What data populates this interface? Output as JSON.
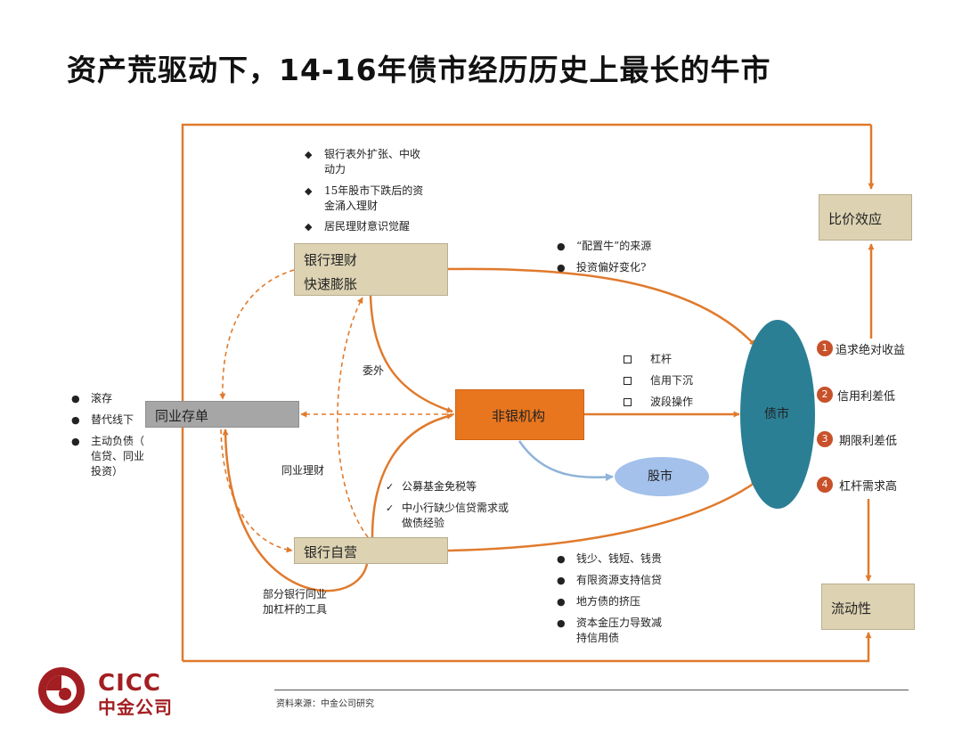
{
  "title": "资产荒驱动下，14-16年债市经历历史上最长的牛市",
  "nodes": {
    "bank_wm_line1": "银行理财",
    "bank_wm_line2": "快速膨胀",
    "interbank_cd": "同业存单",
    "nonbank": "非银机构",
    "bank_prop": "银行自营",
    "bond_market": "债市",
    "stock_market": "股市",
    "price_effect": "比价效应",
    "liquidity": "流动性"
  },
  "edge_labels": {
    "outsourcing": "委外",
    "interbank_wm": "同业理财",
    "leverage_tool_line1": "部分银行同业",
    "leverage_tool_line2": "加杠杆的工具"
  },
  "bank_wm_notes": [
    {
      "marker": "◆",
      "lines": [
        "银行表外扩张、中收",
        "动力"
      ]
    },
    {
      "marker": "◆",
      "lines": [
        "15年股市下跌后的资",
        "金涌入理财"
      ]
    },
    {
      "marker": "◆",
      "lines": [
        "居民理财意识觉醒"
      ]
    }
  ],
  "demand_notes": [
    {
      "marker": "●",
      "text": "“配置牛”的来源"
    },
    {
      "marker": "●",
      "text": "投资偏好变化?"
    }
  ],
  "nonbank_notes": [
    {
      "text": "杠杆"
    },
    {
      "text": "信用下沉"
    },
    {
      "text": "波段操作"
    }
  ],
  "cd_notes": [
    {
      "marker": "●",
      "lines": [
        "滚存"
      ]
    },
    {
      "marker": "●",
      "lines": [
        "替代线下"
      ]
    },
    {
      "marker": "●",
      "lines": [
        "主动负债（",
        "信贷、同业",
        "投资）"
      ]
    }
  ],
  "fund_notes": [
    {
      "marker": "✓",
      "lines": [
        "公募基金免税等"
      ]
    },
    {
      "marker": "✓",
      "lines": [
        "中小行缺少信贷需求或",
        "做债经验"
      ]
    }
  ],
  "prop_notes": [
    {
      "marker": "●",
      "lines": [
        "钱少、钱短、钱贵"
      ]
    },
    {
      "marker": "●",
      "lines": [
        "有限资源支持信贷"
      ]
    },
    {
      "marker": "●",
      "lines": [
        "地方债的挤压"
      ]
    },
    {
      "marker": "●",
      "lines": [
        "资本金压力导致减",
        "持信用债"
      ]
    }
  ],
  "bond_factors": [
    {
      "num": "1",
      "text": "追求绝对收益"
    },
    {
      "num": "2",
      "text": "信用利差低"
    },
    {
      "num": "3",
      "text": "期限利差低"
    },
    {
      "num": "4",
      "text": "杠杆需求高"
    }
  ],
  "logo": {
    "en": "CICC",
    "cn": "中金公司"
  },
  "source": "资料来源：中金公司研究",
  "colors": {
    "arrow_orange": "#e07a2c",
    "node_orange": "#e8761f",
    "node_tan": "#ddd3b3",
    "node_gray": "#a6a6a6",
    "bond_teal": "#2b7f95",
    "stock_blue": "#a3c1ea",
    "blue_arrow": "#8fb3d9",
    "badge_red": "#c8512a",
    "logo_red": "#a31e22"
  }
}
